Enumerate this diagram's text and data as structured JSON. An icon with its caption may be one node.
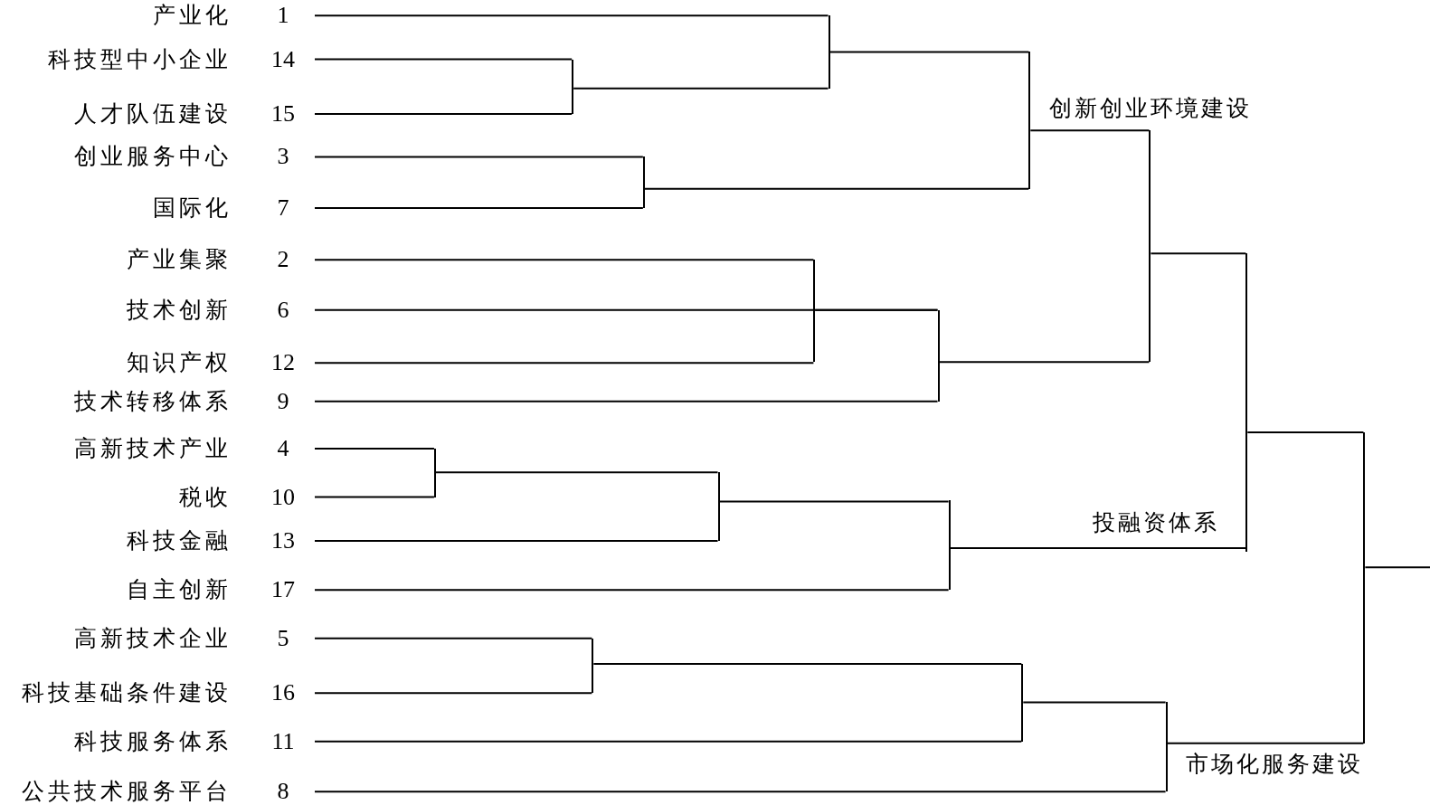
{
  "diagram": {
    "nodes": [
      {
        "text": [
          "产业化",
          "1"
        ]
      },
      {
        "text": [
          "科技型中小企业",
          "14"
        ]
      },
      {
        "text": [
          "人才队伍建设",
          "15"
        ]
      },
      {
        "text": [
          "创业服务中心",
          "3"
        ]
      },
      {
        "text": [
          "国际化",
          "7"
        ]
      },
      {
        "text": [
          "产业集聚",
          "2"
        ]
      },
      {
        "text": [
          "技术创新",
          "6"
        ]
      },
      {
        "text": [
          "知识产权",
          "12"
        ]
      },
      {
        "text": [
          "技术转移体系",
          "9"
        ]
      },
      {
        "text": [
          "高新技术产业",
          "4"
        ]
      },
      {
        "text": [
          "税收",
          "10"
        ]
      },
      {
        "text": [
          "科技金融",
          "13"
        ]
      },
      {
        "text": [
          "自主创新",
          "17"
        ]
      },
      {
        "text": [
          "高新技术企业",
          "5"
        ]
      },
      {
        "text": [
          "科技基础条件建设",
          "16"
        ]
      },
      {
        "text": [
          "科技服务体系",
          "11"
        ]
      },
      {
        "text": [
          "公共技术服务平台",
          "8"
        ]
      },
      {
        "text": [],
        "shape": "bar"
      },
      {
        "text": [],
        "shape": "bar"
      },
      {
        "text": [],
        "shape": "bar"
      },
      {
        "text": [],
        "shape": "bar"
      },
      {
        "text": [],
        "shape": "bar"
      },
      {
        "text": [],
        "shape": "bar"
      },
      {
        "text": [],
        "shape": "bar"
      },
      {
        "text": [],
        "shape": "bar"
      },
      {
        "text": [],
        "shape": "bar"
      },
      {
        "text": [],
        "shape": "bar"
      },
      {
        "text": [],
        "shape": "bar"
      },
      {
        "text": [],
        "shape": "bar"
      },
      {
        "text": [],
        "shape": "bar"
      },
      {
        "text": [],
        "shape": "bar"
      },
      {
        "text": [],
        "shape": "bar"
      }
    ],
    "edges": [
      {
        "from": 0,
        "to": 18,
        "arrow": "none"
      },
      {
        "from": 1,
        "to": 17,
        "arrow": "none"
      },
      {
        "from": 2,
        "to": 17,
        "arrow": "none"
      },
      {
        "from": 17,
        "to": 18,
        "arrow": "none"
      },
      {
        "from": 3,
        "to": 19,
        "arrow": "none"
      },
      {
        "from": 4,
        "to": 19,
        "arrow": "none"
      },
      {
        "from": 18,
        "to": 20,
        "arrow": "none"
      },
      {
        "from": 19,
        "to": 20,
        "arrow": "none"
      },
      {
        "from": 5,
        "to": 21,
        "arrow": "none"
      },
      {
        "from": 7,
        "to": 21,
        "arrow": "none"
      },
      {
        "from": 6,
        "to": 22,
        "arrow": "none"
      },
      {
        "from": 21,
        "to": 22,
        "arrow": "none"
      },
      {
        "from": 8,
        "to": 22,
        "arrow": "none"
      },
      {
        "from": 20,
        "to": 23,
        "arrow": "none"
      },
      {
        "from": 22,
        "to": 23,
        "arrow": "none"
      },
      {
        "from": 9,
        "to": 24,
        "arrow": "none"
      },
      {
        "from": 10,
        "to": 24,
        "arrow": "none"
      },
      {
        "from": 24,
        "to": 25,
        "arrow": "none"
      },
      {
        "from": 11,
        "to": 25,
        "arrow": "none"
      },
      {
        "from": 25,
        "to": 26,
        "arrow": "none"
      },
      {
        "from": 12,
        "to": 26,
        "arrow": "none"
      },
      {
        "from": 23,
        "to": 27,
        "arrow": "none"
      },
      {
        "from": 26,
        "to": 27,
        "arrow": "none"
      },
      {
        "from": 13,
        "to": 28,
        "arrow": "none"
      },
      {
        "from": 14,
        "to": 28,
        "arrow": "none"
      },
      {
        "from": 28,
        "to": 29,
        "arrow": "none"
      },
      {
        "from": 15,
        "to": 29,
        "arrow": "none"
      },
      {
        "from": 29,
        "to": 30,
        "arrow": "none"
      },
      {
        "from": 16,
        "to": 30,
        "arrow": "none"
      },
      {
        "from": 27,
        "to": 31,
        "arrow": "none"
      },
      {
        "from": 30,
        "to": 31,
        "arrow": "none"
      },
      {
        "from": 31,
        "to": null,
        "arrow": "none"
      }
    ],
    "labels": [
      "创新创业环境建设",
      "投融资体系",
      "市场化服务建设"
    ]
  }
}
